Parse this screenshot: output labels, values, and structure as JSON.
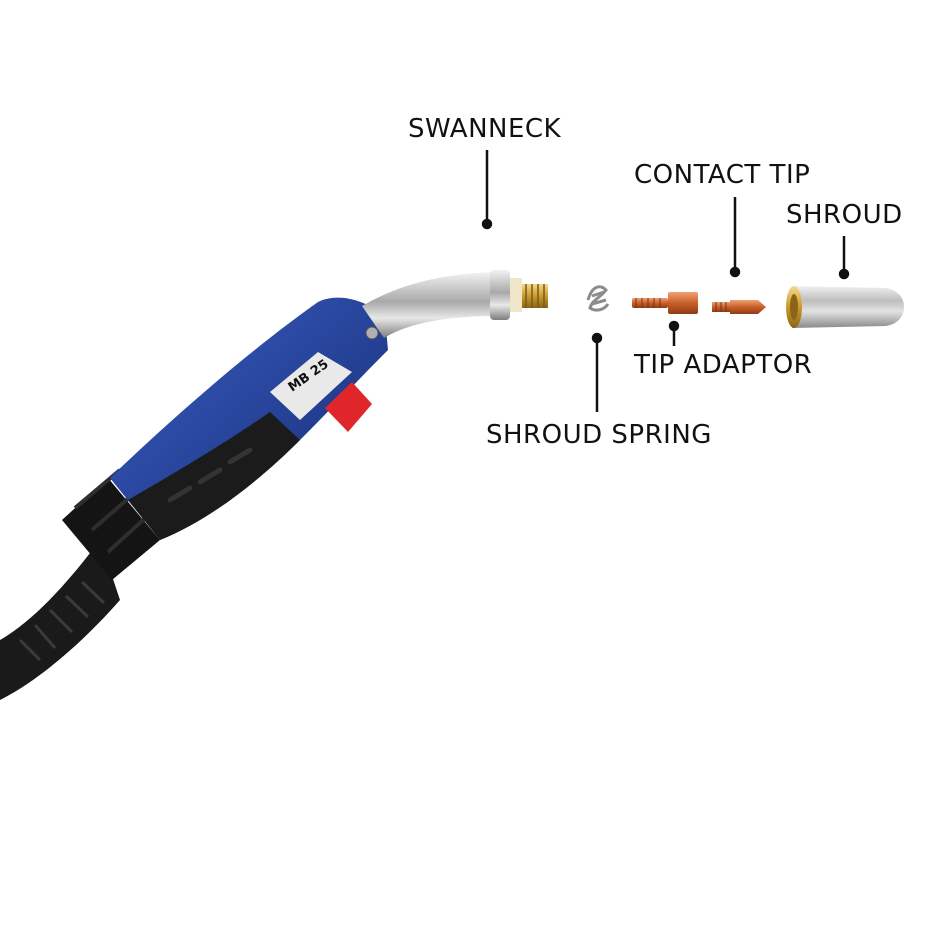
{
  "labels": {
    "swanneck": "SWANNECK",
    "contact_tip": "CONTACT TIP",
    "shroud": "SHROUD",
    "tip_adaptor": "TIP ADAPTOR",
    "shroud_spring": "SHROUD SPRING"
  },
  "handle_marking": "MB 25",
  "colors": {
    "handle_blue": "#1f3f9a",
    "grip_black": "#161616",
    "trigger_red": "#e0262b",
    "copper": "#d9733a",
    "chrome": "#c9c9c9",
    "brass": "#d9b24a"
  }
}
